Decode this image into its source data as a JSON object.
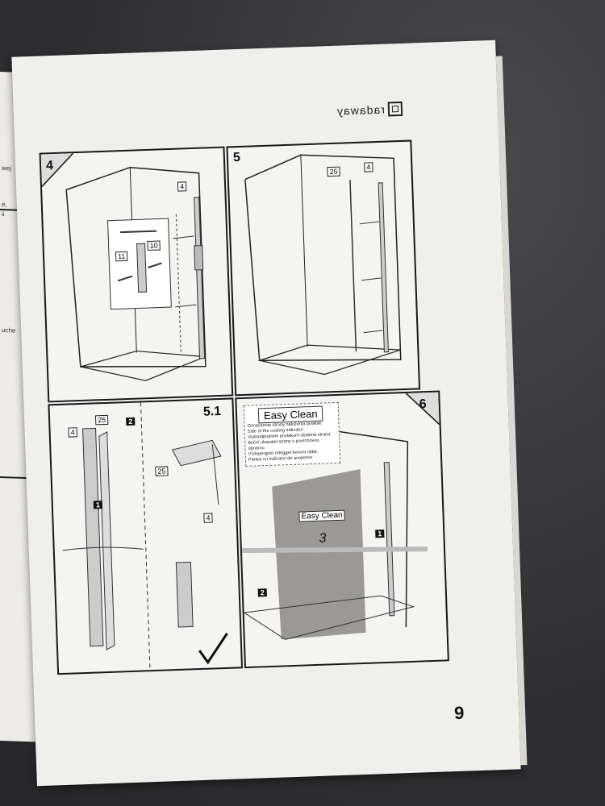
{
  "brand": {
    "name": "radaway"
  },
  "page_number": "9",
  "steps": {
    "s4": {
      "label": "4",
      "parts": {
        "p4": "4",
        "p10": "10",
        "p11": "11"
      }
    },
    "s5": {
      "label": "5",
      "parts": {
        "p25": "25",
        "p4": "4"
      }
    },
    "s51": {
      "label": "5.1",
      "parts": {
        "p4a": "4",
        "p25a": "25",
        "n2": "2",
        "n1": "1",
        "p25b": "25",
        "p4b": "4"
      }
    },
    "s6": {
      "label": "6",
      "parts": {
        "n1": "1",
        "n2": "2",
        "n3": "3"
      },
      "glass_label": "Easy Clean"
    }
  },
  "easy_clean": {
    "title": "Easy Clean",
    "lines": [
      "Oznaczenie strony nałożenia powłoki",
      "Side of the coating indicator",
      "Vodoodpudivim povlakom obalená strana",
      "Boční ukazatel strany s povrchovou úpravou",
      "Vízlepergető réteggel bevont oldal.",
      "Partea cu indicator de acoperire"
    ]
  },
  "prev_page_fragments": [
    "wej",
    "e,",
    "ii",
    "uche"
  ]
}
